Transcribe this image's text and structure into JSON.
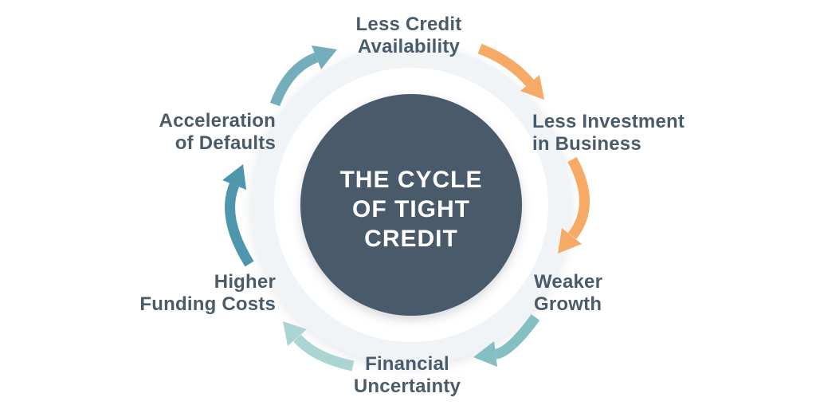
{
  "title": {
    "text": "THE CYCLE\nOF TIGHT\nCREDIT"
  },
  "nodes": [
    {
      "id": "less-credit-availability",
      "label": "Less Credit\nAvailability"
    },
    {
      "id": "less-investment-in-business",
      "label": "Less Investment\nin Business"
    },
    {
      "id": "weaker-growth",
      "label": "Weaker\nGrowth"
    },
    {
      "id": "financial-uncertainty",
      "label": "Financial\nUncertainty"
    },
    {
      "id": "higher-funding-costs",
      "label": "Higher\nFunding Costs"
    },
    {
      "id": "acceleration-of-defaults",
      "label": "Acceleration\nof Defaults"
    }
  ],
  "colors": {
    "background": "#ffffff",
    "outer_halo": "#f1f4f6",
    "white_ring": "#ffffff",
    "circle_fill": "#4a5a6a",
    "title_text": "#ffffff",
    "label_text": "#4a5b6b",
    "arrow_orange": "#f7aa66",
    "arrow_teal_top": "#74adbb",
    "arrow_teal_left": "#4e96ab",
    "arrow_teal_bottom_right": "#84bfc3",
    "arrow_teal_bottom_left": "#abd5d2"
  }
}
